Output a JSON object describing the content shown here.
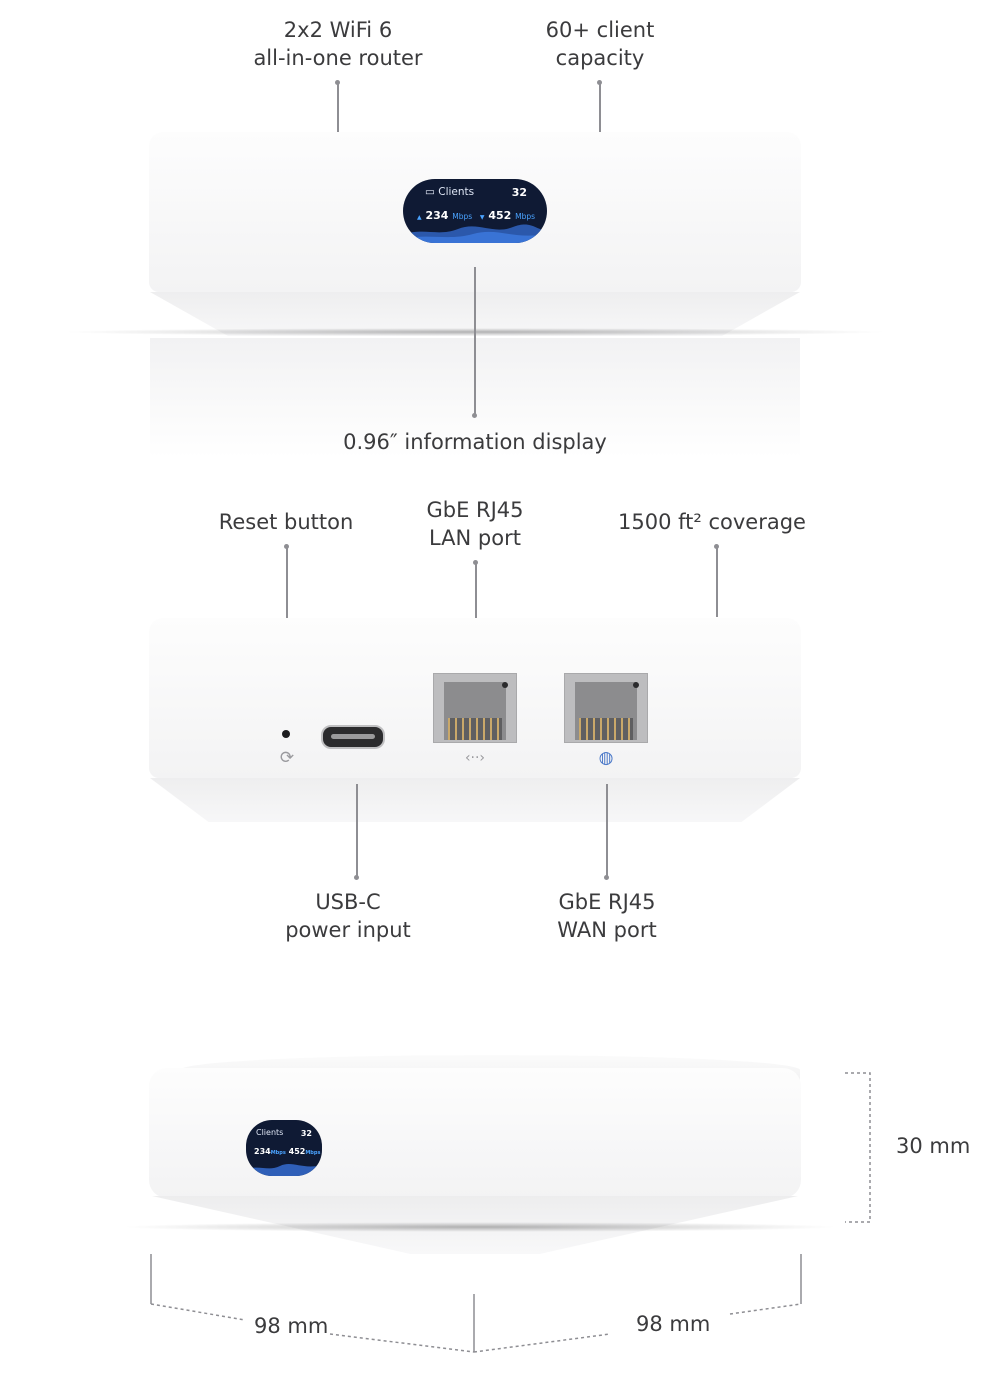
{
  "callouts": {
    "top_left": {
      "line1": "2x2 WiFi 6",
      "line2": "all-in-one router"
    },
    "top_right": {
      "line1": "60+ client",
      "line2": "capacity"
    },
    "display": "0.96″ information display",
    "reset": "Reset button",
    "lan": {
      "line1": "GbE RJ45",
      "line2": "LAN port"
    },
    "coverage": "1500 ft² coverage",
    "usbc": {
      "line1": "USB-C",
      "line2": "power input"
    },
    "wan": {
      "line1": "GbE RJ45",
      "line2": "WAN port"
    }
  },
  "screen_large": {
    "title": "Clients",
    "count": "32",
    "up": "234",
    "down": "452",
    "unit": "Mbps"
  },
  "screen_small": {
    "title": "Clients",
    "count": "32",
    "up": "234",
    "down": "452",
    "unit": "Mbps"
  },
  "dimensions": {
    "height": "30 mm",
    "depth_left": "98 mm",
    "depth_right": "98 mm"
  },
  "icons": {
    "reset": "reset-icon",
    "lan": "lan-arrows-icon",
    "wan": "globe-icon"
  },
  "colors": {
    "display_bg": "#0f1a34",
    "accent_blue": "#4aa3ff",
    "body_white": "#f6f6f7"
  }
}
